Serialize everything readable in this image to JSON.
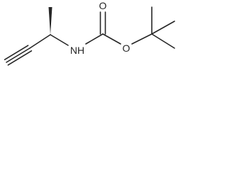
{
  "molecule": {
    "atoms": {
      "nitrogen_label": "NH",
      "carbonyl_oxygen_label": "O",
      "ester_oxygen_label": "O"
    },
    "colors": {
      "bond": "#262626",
      "label": "#262626",
      "background": "#ffffff"
    }
  }
}
